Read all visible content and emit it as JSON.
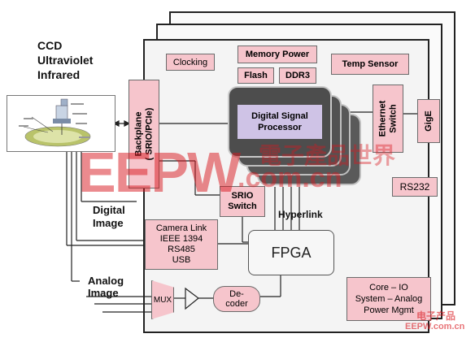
{
  "left_labels": {
    "ccd": "CCD",
    "uv": "Ultraviolet",
    "ir": "Infrared",
    "digital1": "Digital",
    "digital2": "Image",
    "analog1": "Analog",
    "analog2": "Image"
  },
  "blocks": {
    "clocking": "Clocking",
    "memory_power": "Memory Power",
    "flash": "Flash",
    "ddr3": "DDR3",
    "temp_sensor": "Temp Sensor",
    "backplane": "Backplane",
    "backplane_sub": "( SRIO/PCIe)",
    "dsp1": "Digital Signal",
    "dsp2": "Processor",
    "ethernet1": "Ethernet",
    "ethernet2": "Switch",
    "gige": "GigE",
    "rs232": "RS232",
    "srio1": "SRIO",
    "srio2": "Switch",
    "hyperlink": "Hyperlink",
    "cam1": "Camera Link",
    "cam2": "IEEE 1394",
    "cam3": "RS485",
    "cam4": "USB",
    "fpga": "FPGA",
    "mux": "MUX",
    "decoder1": "De-",
    "decoder2": "coder",
    "core1": "Core – IO",
    "core2": "System – Analog",
    "core3": "Power Mgmt"
  },
  "watermark": {
    "brand": "EEPW",
    "site": ".com.cn",
    "cn": "電子產品世界",
    "corner1": "电子产品",
    "corner2": "EEPW.com.cn"
  },
  "colors": {
    "pink_block": "#f6c5cc",
    "board": "#f4f4f4",
    "dsp_chip": "#575757",
    "dsp_label": "#cfc3e6",
    "watermark_red": "#d9181f"
  }
}
